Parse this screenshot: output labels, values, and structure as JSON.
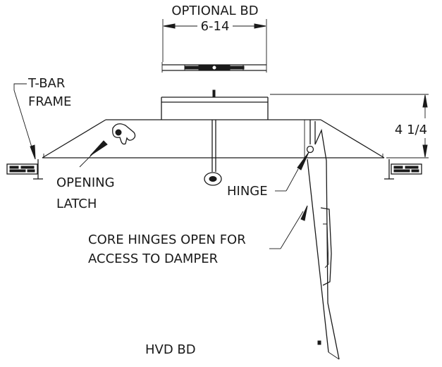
{
  "drawing": {
    "optional_bd_label": "OPTIONAL BD",
    "optional_bd_size": "6-14",
    "tbar_frame_line1": "T-BAR",
    "tbar_frame_line2": "FRAME",
    "height_dimension": "4 1/4",
    "opening_latch_line1": "OPENING",
    "opening_latch_line2": "LATCH",
    "hinge_label": "HINGE",
    "core_note_line1": "CORE HINGES OPEN FOR",
    "core_note_line2": "ACCESS TO DAMPER",
    "title": "HVD BD"
  }
}
